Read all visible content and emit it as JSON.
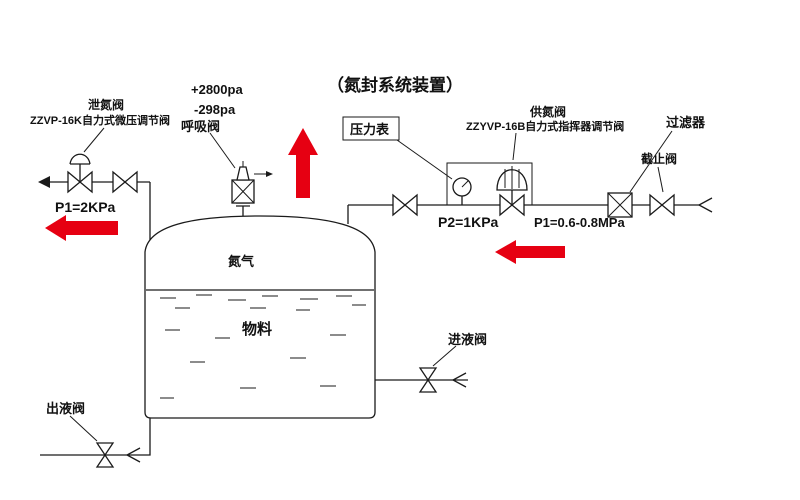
{
  "title": "（氮封系统装置）",
  "colors": {
    "line": "#1a1a1a",
    "arrow_red": "#e60012",
    "background": "#ffffff"
  },
  "tank": {
    "gas": "氮气",
    "liquid": "物料"
  },
  "breather": {
    "label": "呼吸阀",
    "pos": "+2800pa",
    "neg": "-298pa"
  },
  "left": {
    "valve_name": "泄氮阀",
    "valve_model": "ZZVP-16K自力式微压调节阀",
    "pressure": "P1=2KPa"
  },
  "right": {
    "gauge": "压力表",
    "supply_name": "供氮阀",
    "supply_model": "ZZYVP-16B自力式指挥器调节阀",
    "filter": "过滤器",
    "stop_valve": "截止阀",
    "p2": "P2=1KPa",
    "p1": "P1=0.6-0.8MPa"
  },
  "bottom": {
    "inlet": "进液阀",
    "outlet": "出液阀"
  }
}
